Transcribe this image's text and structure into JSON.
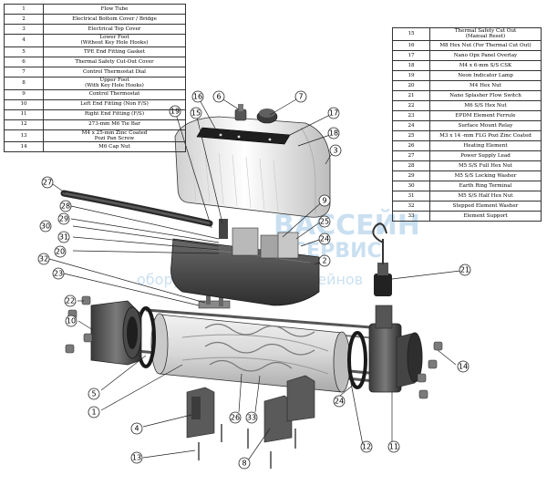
{
  "left_table": [
    {
      "num": "1",
      "name": "Flow Tube"
    },
    {
      "num": "2",
      "name": "Electrical Bottom Cover / Bridge"
    },
    {
      "num": "3",
      "name": "Electrical Top Cover"
    },
    {
      "num": "4",
      "name": "Lower Foot\n(Without Key Hole Hooks)"
    },
    {
      "num": "5",
      "name": "TPE End Fitting Gasket"
    },
    {
      "num": "6",
      "name": "Thermal Safety Cut-Out Cover"
    },
    {
      "num": "7",
      "name": "Control Thermostat Dial"
    },
    {
      "num": "8",
      "name": "Upper Foot\n(With Key Hole Hooks)"
    },
    {
      "num": "9",
      "name": "Control Thermostat"
    },
    {
      "num": "10",
      "name": "Left End Fitting (Non F/S)"
    },
    {
      "num": "11",
      "name": "Right End Fitting (F/S)"
    },
    {
      "num": "12",
      "name": "273-mm M6 Tie Bar"
    },
    {
      "num": "13",
      "name": "M4 x 25-mm Zinc Coated\nPozi Pan Screw"
    },
    {
      "num": "14",
      "name": "M6 Cap Nut"
    }
  ],
  "right_table": [
    {
      "num": "15",
      "name": "Thermal Safety Cut Out\n(Manual Reset)"
    },
    {
      "num": "16",
      "name": "M8 Hex Nut (For Thermal Cut Out)"
    },
    {
      "num": "17",
      "name": "Nano Opx Panel Overlay"
    },
    {
      "num": "18",
      "name": "M4 x 6-mm S/S CSK"
    },
    {
      "num": "19",
      "name": "Neon Indicator Lamp"
    },
    {
      "num": "20",
      "name": "M4 Hex Nut"
    },
    {
      "num": "21",
      "name": "Nano Splasher Flow Switch"
    },
    {
      "num": "22",
      "name": "M6 S/S Hex Nut"
    },
    {
      "num": "23",
      "name": "EPDM Element Ferrule"
    },
    {
      "num": "24",
      "name": "Surface Mount Relay"
    },
    {
      "num": "25",
      "name": "M3 x 14 -mm FLG Pozi Zinc Coated"
    },
    {
      "num": "26",
      "name": "Heating Element"
    },
    {
      "num": "27",
      "name": "Power Supply Lead"
    },
    {
      "num": "28",
      "name": "M5 S/S Full Hex Nut"
    },
    {
      "num": "29",
      "name": "M5 S/S Locking Washer"
    },
    {
      "num": "30",
      "name": "Earth Ring Terminal"
    },
    {
      "num": "31",
      "name": "M5 S/S Half Hex Nut"
    },
    {
      "num": "32",
      "name": "Stepped Element Washer"
    },
    {
      "num": "33",
      "name": "Element Support"
    }
  ],
  "watermark": {
    "line1": "ВАССЕЙН",
    "line2": "СЕРВИС",
    "line3": "оборудование для бассейнов"
  }
}
